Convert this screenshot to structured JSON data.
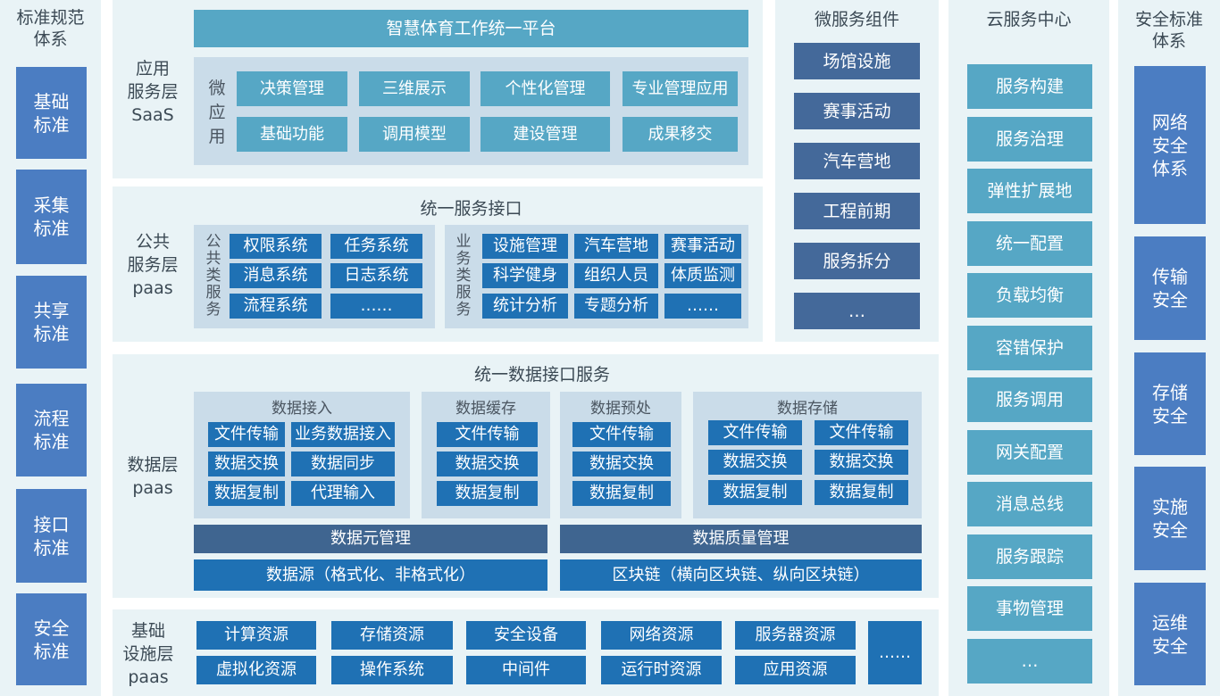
{
  "left": {
    "title": "标准规范\n体系",
    "items": [
      "基础\n标准",
      "采集\n标准",
      "共享\n标准",
      "流程\n标准",
      "接口\n标准",
      "安全\n标准"
    ]
  },
  "saas": {
    "label": "应用\n服务层\nSaaS",
    "platform": "智慧体育工作统一平台",
    "micro_label": "微\n应\n用",
    "row1": [
      "决策管理",
      "三维展示",
      "个性化管理",
      "专业管理应用"
    ],
    "row2": [
      "基础功能",
      "调用模型",
      "建设管理",
      "成果移交"
    ]
  },
  "public": {
    "title": "统一服务接口",
    "label": "公共\n服务层\npaas",
    "common_label": "公\n共\n类\n服\n务",
    "common": [
      "权限系统",
      "任务系统",
      "消息系统",
      "日志系统",
      "流程系统",
      "……"
    ],
    "biz_label": "业\n务\n类\n服\n务",
    "biz": [
      "设施管理",
      "汽车营地",
      "赛事活动",
      "科学健身",
      "组织人员",
      "体质监测",
      "统计分析",
      "专题分析",
      "……"
    ]
  },
  "data": {
    "title": "统一数据接口服务",
    "label": "数据层\npaas",
    "access": {
      "title": "数据接入",
      "items": [
        "文件传输",
        "业务数据接入",
        "数据交换",
        "数据同步",
        "数据复制",
        "代理输入"
      ]
    },
    "cache": {
      "title": "数据缓存",
      "items": [
        "文件传输",
        "数据交换",
        "数据复制"
      ]
    },
    "pre": {
      "title": "数据预处",
      "items": [
        "文件传输",
        "数据交换",
        "数据复制"
      ]
    },
    "store": {
      "title": "数据存储",
      "items": [
        "文件传输",
        "文件传输",
        "数据交换",
        "数据交换",
        "数据复制",
        "数据复制"
      ]
    },
    "meta": "数据元管理",
    "quality": "数据质量管理",
    "source": "数据源（格式化、非格式化）",
    "chain": "区块链（横向区块链、纵向区块链）"
  },
  "infra": {
    "label": "基础\n设施层\npaas",
    "row1": [
      "计算资源",
      "存储资源",
      "安全设备",
      "网络资源",
      "服务器资源"
    ],
    "row2": [
      "虚拟化资源",
      "操作系统",
      "中间件",
      "运行时资源",
      "应用资源"
    ],
    "more": "……"
  },
  "micro": {
    "title": "微服务组件",
    "items": [
      "场馆设施",
      "赛事活动",
      "汽车营地",
      "工程前期",
      "服务拆分",
      "…"
    ]
  },
  "cloud": {
    "title": "云服务中心",
    "items": [
      "服务构建",
      "服务治理",
      "弹性扩展地",
      "统一配置",
      "负载均衡",
      "容错保护",
      "服务调用",
      "网关配置",
      "消息总线",
      "服务跟踪",
      "事物管理",
      "…"
    ]
  },
  "security": {
    "title": "安全标准\n体系",
    "items": [
      "网络\n安全\n体系",
      "传输\n安全",
      "存储\n安全",
      "实施\n安全",
      "运维\n安全"
    ]
  }
}
